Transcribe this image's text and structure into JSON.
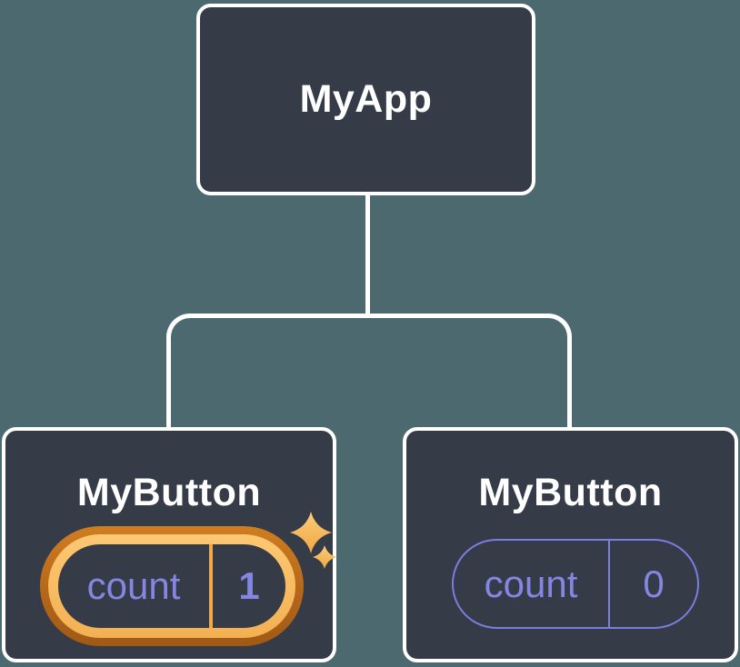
{
  "diagram": {
    "root": {
      "label": "MyApp"
    },
    "children": [
      {
        "label": "MyButton",
        "state": {
          "key": "count",
          "value": "1"
        },
        "highlighted": true,
        "has_sparkles": true
      },
      {
        "label": "MyButton",
        "state": {
          "key": "count",
          "value": "0"
        },
        "highlighted": false,
        "has_sparkles": false
      }
    ]
  },
  "icons": {
    "sparkles": "✦"
  },
  "colors": {
    "background": "#4c6970",
    "node_fill": "#353b47",
    "node_border": "#ffffff",
    "title_text": "#ffffff",
    "state_text": "#8486e2",
    "state_pill_border": "#7b7de0",
    "highlight_ring_outer": "#b5671a",
    "highlight_ring_inner": "#f8c167",
    "highlight_divider": "#f1a84a",
    "sparkle": "#f6b85e"
  }
}
